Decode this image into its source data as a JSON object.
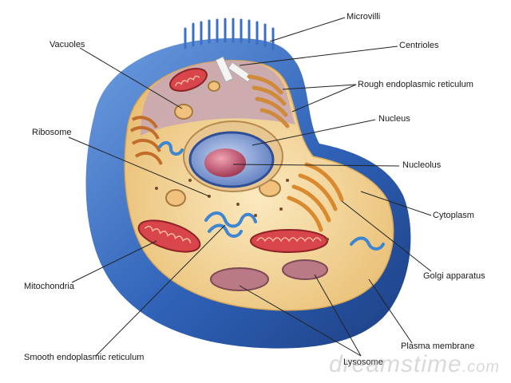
{
  "labels": {
    "microvilli": "Microvilli",
    "centrioles": "Centrioles",
    "rough_er": "Rough endoplasmic reticulum",
    "vacuoles": "Vacuoles",
    "ribosome": "Ribosome",
    "nucleus": "Nucleus",
    "nucleolus": "Nucleolus",
    "cytoplasm": "Cytoplasm",
    "golgi": "Golgi apparatus",
    "mitochondria": "Mitochondria",
    "smooth_er": "Smooth endoplasmic reticulum",
    "plasma_membrane": "Plasma membrane",
    "lysosome": "Lysosome"
  },
  "watermark": {
    "text": "dreamstime",
    "suffix": ".com"
  },
  "colors": {
    "membrane": "#2f62b8",
    "membrane_light": "#6f9ee0",
    "cytoplasm": "#f3d79a",
    "top_cytoplasm": "#c9a7b3",
    "nucleus": "#7f9bd1",
    "nucleolus": "#c0506a",
    "mitochondria": "#d8454a",
    "golgi": "#d98a2f",
    "smooth_er": "#3f86d0",
    "lysosome": "#b97a86"
  }
}
